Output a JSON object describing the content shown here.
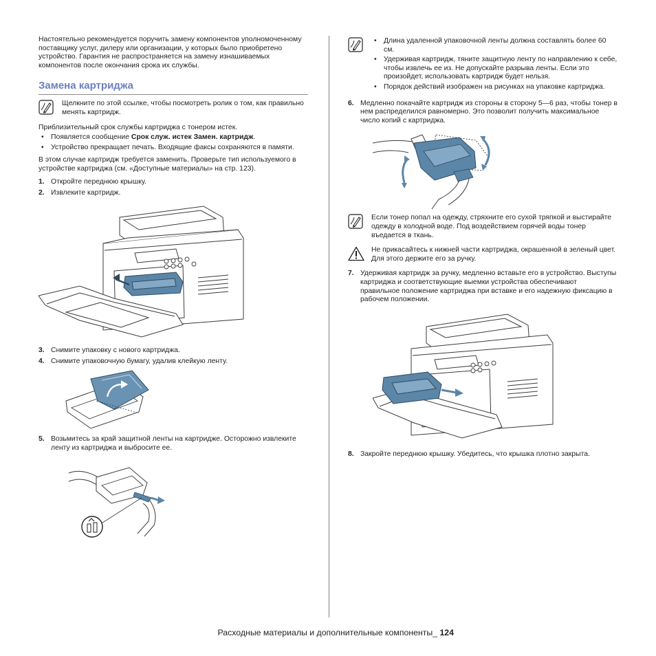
{
  "left": {
    "intro": "Настоятельно рекомендуется поручить замену компонентов уполномоченному поставщику услуг, дилеру или организации, у которых было приобретено устройство. Гарантия не распространяется на замену изнашиваемых компонентов после окончания срока их службы.",
    "heading": "Замена картриджа",
    "note": "Щелкните по этой ссылке, чтобы посмотреть ролик о том, как правильно менять картридж.",
    "life_text": "Приблизительный срок службы картриджа с тонером истек.",
    "bullet1_prefix": "Появляется сообщение ",
    "bullet1_bold": "Срок служ. истек Замен. картридж",
    "bullet1_suffix": ".",
    "bullet2": "Устройство прекращает печать. Входящие факсы сохраняются в памяти.",
    "check_text": "В этом случае картридж требуется заменить. Проверьте тип используемого в устройстве картриджа (см. «Доступные материалы» на стр. 123).",
    "steps": [
      {
        "num": "1.",
        "text": "Откройте переднюю крышку."
      },
      {
        "num": "2.",
        "text": "Извлеките картридж."
      },
      {
        "num": "3.",
        "text": "Снимите упаковку с нового картриджа."
      },
      {
        "num": "4.",
        "text": "Снимите упаковочную бумагу, удалив клейкую ленту."
      },
      {
        "num": "5.",
        "text": "Возьмитесь за край защитной ленты на картридже. Осторожно извлеките ленту из картриджа и выбросите ее."
      }
    ]
  },
  "right": {
    "note_bullets": [
      "Длина удаленной упаковочной ленты должна составлять более 60 см.",
      "Удерживая картридж, тяните защитную ленту по направлению к себе, чтобы извлечь ее из. Не допускайте разрыва ленты. Если это произойдет, использовать картридж будет нельзя.",
      "Порядок действий изображен на рисунках на упаковке картриджа."
    ],
    "step6": {
      "num": "6.",
      "text": "Медленно покачайте картридж из стороны в сторону 5—6 раз, чтобы тонер в нем распределился равномерно. Это позволит получить максимальное число копий с картриджа."
    },
    "note2": "Если тонер попал на одежду, стряхните его сухой тряпкой и выстирайте одежду в холодной воде. Под воздействием горячей воды тонер въедается в ткань.",
    "caution": "Не прикасайтесь к нижней части картриджа, окрашенной в зеленый цвет. Для этого держите его за ручку.",
    "step7": {
      "num": "7.",
      "text": "Удерживая картридж за ручку, медленно вставьте его в устройство. Выступы картриджа и соответствующие выемки устройства обеспечивают правильное положение картриджа при вставке и его надежную фиксацию в рабочем положении."
    },
    "step8": {
      "num": "8.",
      "text": "Закройте переднюю крышку. Убедитесь, что крышка плотно закрыта."
    }
  },
  "footer": {
    "text": "Расходные материалы и дополнительные компоненты_ ",
    "page": "124"
  },
  "colors": {
    "heading": "#6d7ec2",
    "cartridge": "#5b86a8",
    "text": "#231f20"
  },
  "icons": [
    "note-icon",
    "caution-icon",
    "recycle-icon"
  ]
}
